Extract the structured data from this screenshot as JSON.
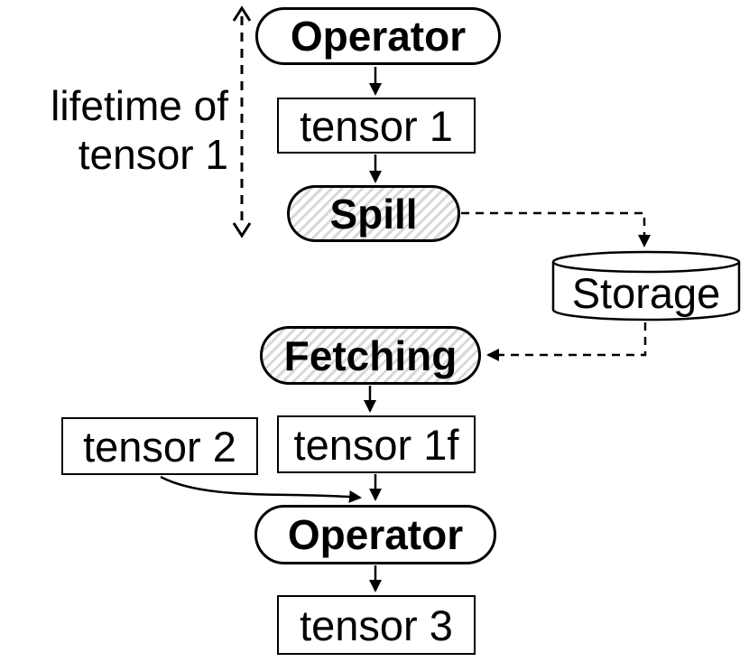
{
  "diagram": {
    "type": "flow-diagram",
    "nodes": {
      "operator_top": {
        "label": "Operator",
        "shape": "rounded-pill",
        "hatched": false
      },
      "tensor_1": {
        "label": "tensor 1",
        "shape": "rect",
        "hatched": false
      },
      "spill": {
        "label": "Spill",
        "shape": "rounded-pill",
        "hatched": true
      },
      "storage": {
        "label": "Storage",
        "shape": "cylinder",
        "hatched": false
      },
      "fetching": {
        "label": "Fetching",
        "shape": "rounded-pill",
        "hatched": true
      },
      "tensor_1f": {
        "label": "tensor 1f",
        "shape": "rect",
        "hatched": false
      },
      "tensor_2": {
        "label": "tensor 2",
        "shape": "rect",
        "hatched": false
      },
      "operator_bottom": {
        "label": "Operator",
        "shape": "rounded-pill",
        "hatched": false
      },
      "tensor_3": {
        "label": "tensor 3",
        "shape": "rect",
        "hatched": false
      }
    },
    "edges": [
      {
        "from": "operator_top",
        "to": "tensor_1",
        "style": "solid"
      },
      {
        "from": "tensor_1",
        "to": "spill",
        "style": "solid"
      },
      {
        "from": "spill",
        "to": "storage",
        "style": "dashed"
      },
      {
        "from": "storage",
        "to": "fetching",
        "style": "dashed"
      },
      {
        "from": "fetching",
        "to": "tensor_1f",
        "style": "solid"
      },
      {
        "from": "tensor_1f",
        "to": "operator_bottom",
        "style": "solid"
      },
      {
        "from": "tensor_2",
        "to": "operator_bottom",
        "style": "solid-curved"
      },
      {
        "from": "operator_bottom",
        "to": "tensor_3",
        "style": "solid"
      }
    ],
    "annotations": [
      {
        "name": "lifetime",
        "lines": [
          "lifetime of",
          "tensor 1"
        ],
        "marker": "double-headed-dashed-arrow",
        "spans": "operator_top-to-spill"
      }
    ],
    "colors": {
      "stroke": "#000000",
      "fill": "#ffffff",
      "hatch": "#d8d8d8",
      "text": "#000000"
    }
  }
}
